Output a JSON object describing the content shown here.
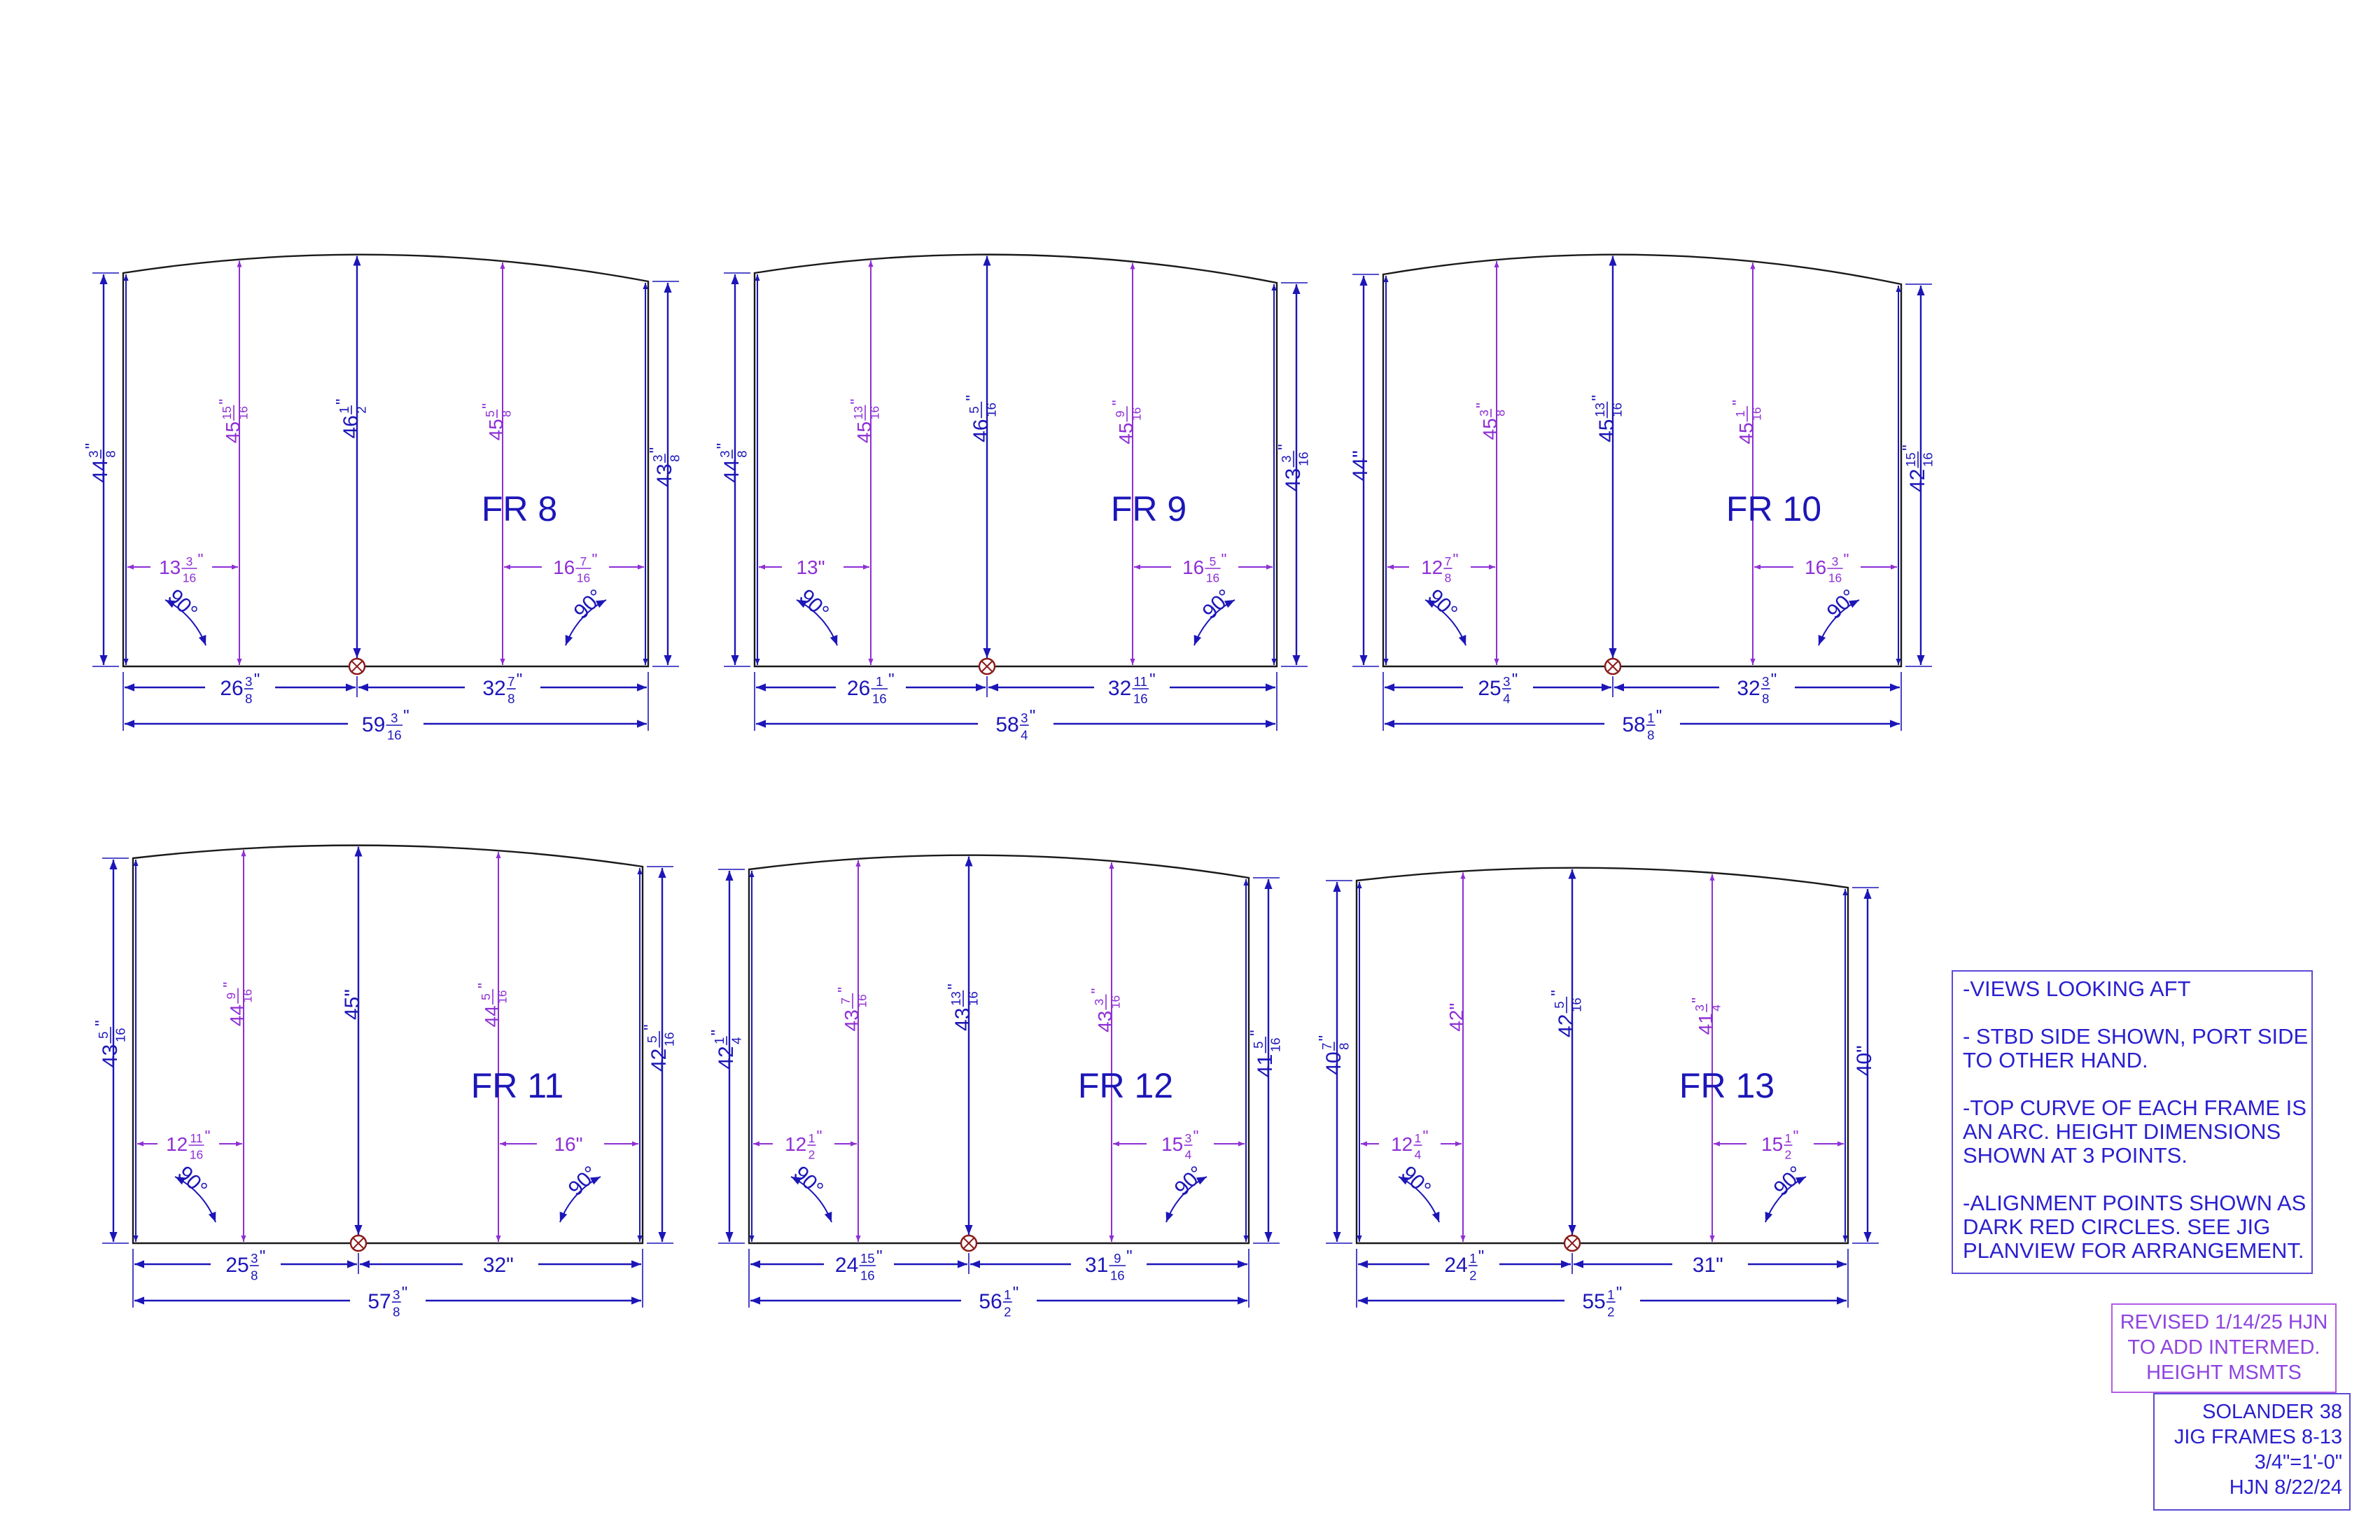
{
  "frames": [
    {
      "label": "FR 8",
      "left_height": {
        "w": "44",
        "n": "3",
        "d": "8",
        "u": "\""
      },
      "right_height": {
        "w": "43",
        "n": "3",
        "d": "8",
        "u": "\""
      },
      "center_height": {
        "w": "46",
        "n": "1",
        "d": "2",
        "u": "\""
      },
      "inter_left": {
        "w": "45",
        "n": "15",
        "d": "16",
        "u": "\""
      },
      "inter_right": {
        "w": "45",
        "n": "5",
        "d": "8",
        "u": "\""
      },
      "left_offset": {
        "w": "13",
        "n": "3",
        "d": "16",
        "u": "\""
      },
      "right_offset": {
        "w": "16",
        "n": "7",
        "d": "16",
        "u": "\""
      },
      "base_left": {
        "w": "26",
        "n": "3",
        "d": "8",
        "u": "\""
      },
      "base_right": {
        "w": "32",
        "n": "7",
        "d": "8",
        "u": "\""
      },
      "total": {
        "w": "59",
        "n": "3",
        "d": "16",
        "u": "\""
      },
      "angle_left": "90°",
      "angle_right": "90°"
    },
    {
      "label": "FR 9",
      "left_height": {
        "w": "44",
        "n": "3",
        "d": "8",
        "u": "\""
      },
      "right_height": {
        "w": "43",
        "n": "3",
        "d": "16",
        "u": "\""
      },
      "center_height": {
        "w": "46",
        "n": "5",
        "d": "16",
        "u": "\""
      },
      "inter_left": {
        "w": "45",
        "n": "13",
        "d": "16",
        "u": "\""
      },
      "inter_right": {
        "w": "45",
        "n": "9",
        "d": "16",
        "u": "\""
      },
      "left_offset": {
        "w": "13\"",
        "n": "",
        "d": "",
        "u": ""
      },
      "right_offset": {
        "w": "16",
        "n": "5",
        "d": "16",
        "u": "\""
      },
      "base_left": {
        "w": "26",
        "n": "1",
        "d": "16",
        "u": "\""
      },
      "base_right": {
        "w": "32",
        "n": "11",
        "d": "16",
        "u": "\""
      },
      "total": {
        "w": "58",
        "n": "3",
        "d": "4",
        "u": "\""
      },
      "angle_left": "90°",
      "angle_right": "90°"
    },
    {
      "label": "FR 10",
      "left_height": {
        "w": "44\"",
        "n": "",
        "d": "",
        "u": ""
      },
      "right_height": {
        "w": "42",
        "n": "15",
        "d": "16",
        "u": "\""
      },
      "center_height": {
        "w": "45",
        "n": "13",
        "d": "16",
        "u": "\""
      },
      "inter_left": {
        "w": "45",
        "n": "3",
        "d": "8",
        "u": "\""
      },
      "inter_right": {
        "w": "45",
        "n": "1",
        "d": "16",
        "u": "\""
      },
      "left_offset": {
        "w": "12",
        "n": "7",
        "d": "8",
        "u": "\""
      },
      "right_offset": {
        "w": "16",
        "n": "3",
        "d": "16",
        "u": "\""
      },
      "base_left": {
        "w": "25",
        "n": "3",
        "d": "4",
        "u": "\""
      },
      "base_right": {
        "w": "32",
        "n": "3",
        "d": "8",
        "u": "\""
      },
      "total": {
        "w": "58",
        "n": "1",
        "d": "8",
        "u": "\""
      },
      "angle_left": "90°",
      "angle_right": "90°"
    },
    {
      "label": "FR 11",
      "left_height": {
        "w": "43",
        "n": "5",
        "d": "16",
        "u": "\""
      },
      "right_height": {
        "w": "42",
        "n": "5",
        "d": "16",
        "u": "\""
      },
      "center_height": {
        "w": "45\"",
        "n": "",
        "d": "",
        "u": ""
      },
      "inter_left": {
        "w": "44",
        "n": "9",
        "d": "16",
        "u": "\""
      },
      "inter_right": {
        "w": "44",
        "n": "5",
        "d": "16",
        "u": "\""
      },
      "left_offset": {
        "w": "12",
        "n": "11",
        "d": "16",
        "u": "\""
      },
      "right_offset": {
        "w": "16\"",
        "n": "",
        "d": "",
        "u": ""
      },
      "base_left": {
        "w": "25",
        "n": "3",
        "d": "8",
        "u": "\""
      },
      "base_right": {
        "w": "32\"",
        "n": "",
        "d": "",
        "u": ""
      },
      "total": {
        "w": "57",
        "n": "3",
        "d": "8",
        "u": "\""
      },
      "angle_left": "90°",
      "angle_right": "90°"
    },
    {
      "label": "FR 12",
      "left_height": {
        "w": "42",
        "n": "1",
        "d": "4",
        "u": "\""
      },
      "right_height": {
        "w": "41",
        "n": "5",
        "d": "16",
        "u": "\""
      },
      "center_height": {
        "w": "43",
        "n": "13",
        "d": "16",
        "u": "\""
      },
      "inter_left": {
        "w": "43",
        "n": "7",
        "d": "16",
        "u": "\""
      },
      "inter_right": {
        "w": "43",
        "n": "3",
        "d": "16",
        "u": "\""
      },
      "left_offset": {
        "w": "12",
        "n": "1",
        "d": "2",
        "u": "\""
      },
      "right_offset": {
        "w": "15",
        "n": "3",
        "d": "4",
        "u": "\""
      },
      "base_left": {
        "w": "24",
        "n": "15",
        "d": "16",
        "u": "\""
      },
      "base_right": {
        "w": "31",
        "n": "9",
        "d": "16",
        "u": "\""
      },
      "total": {
        "w": "56",
        "n": "1",
        "d": "2",
        "u": "\""
      },
      "angle_left": "90°",
      "angle_right": "90°"
    },
    {
      "label": "FR 13",
      "left_height": {
        "w": "40",
        "n": "7",
        "d": "8",
        "u": "\""
      },
      "right_height": {
        "w": "40\"",
        "n": "",
        "d": "",
        "u": ""
      },
      "center_height": {
        "w": "42",
        "n": "5",
        "d": "16",
        "u": "\""
      },
      "inter_left": {
        "w": "42\"",
        "n": "",
        "d": "",
        "u": ""
      },
      "inter_right": {
        "w": "41",
        "n": "3",
        "d": "4",
        "u": "\""
      },
      "left_offset": {
        "w": "12",
        "n": "1",
        "d": "4",
        "u": "\""
      },
      "right_offset": {
        "w": "15",
        "n": "1",
        "d": "2",
        "u": "\""
      },
      "base_left": {
        "w": "24",
        "n": "1",
        "d": "2",
        "u": "\""
      },
      "base_right": {
        "w": "31\"",
        "n": "",
        "d": "",
        "u": ""
      },
      "total": {
        "w": "55",
        "n": "1",
        "d": "2",
        "u": "\""
      },
      "angle_left": "90°",
      "angle_right": "90°"
    }
  ],
  "notes": [
    "-VIEWS LOOKING AFT",
    "- STBD SIDE SHOWN, PORT SIDE",
    "TO OTHER HAND.",
    "-TOP CURVE OF EACH FRAME IS",
    "AN ARC. HEIGHT DIMENSIONS",
    "SHOWN AT 3 POINTS.",
    "-ALIGNMENT POINTS SHOWN AS",
    "DARK RED CIRCLES. SEE JIG",
    "PLANVIEW FOR ARRANGEMENT."
  ],
  "revision": [
    "REVISED 1/14/25 HJN",
    "TO ADD INTERMED.",
    "HEIGHT MSMTS"
  ],
  "title_block": [
    "SOLANDER 38",
    "JIG FRAMES 8-13",
    "3/4\"=1'-0\"",
    "HJN 8/22/24"
  ],
  "colors": {
    "outline": "#1a1a1a",
    "dimension": "#1c16b8",
    "intermediate": "#8e2fd6",
    "alignment_point": "#8b1a1a"
  }
}
